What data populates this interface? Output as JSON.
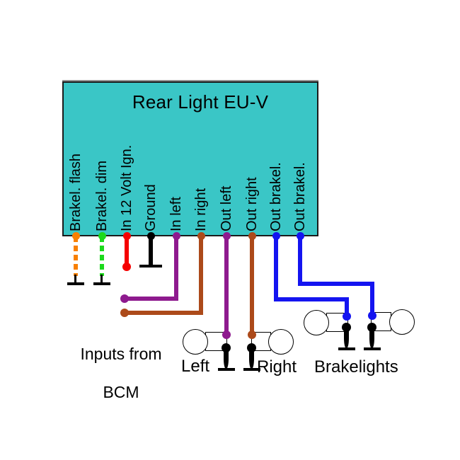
{
  "diagram": {
    "title": "Rear Light EU-V",
    "module_color": "#3ac6c6",
    "pins": [
      {
        "label": "Brakel. flash",
        "color": "#f88000",
        "wire_style": "dashed"
      },
      {
        "label": "Brakel. dim",
        "color": "#1cd91c",
        "wire_style": "dashed"
      },
      {
        "label": "In 12 Volt Ign.",
        "color": "#f50000",
        "wire_style": "solid"
      },
      {
        "label": "Ground",
        "color": "#000000",
        "wire_style": "solid"
      },
      {
        "label": "In left",
        "color": "#8e1a8e",
        "wire_style": "solid"
      },
      {
        "label": "In right",
        "color": "#ac4a1a",
        "wire_style": "solid"
      },
      {
        "label": "Out left",
        "color": "#8e1a8e",
        "wire_style": "solid"
      },
      {
        "label": "Out right",
        "color": "#ac4a1a",
        "wire_style": "solid"
      },
      {
        "label": "Out brakel.",
        "color": "#1414f0",
        "wire_style": "solid"
      },
      {
        "label": "Out brakel.",
        "color": "#1414f0",
        "wire_style": "solid"
      }
    ],
    "captions": {
      "inputs_line1": "Inputs from",
      "inputs_line2": "BCM",
      "left_bulb": "Left",
      "right_bulb": "Right",
      "brakelights": "Brakelights"
    }
  }
}
